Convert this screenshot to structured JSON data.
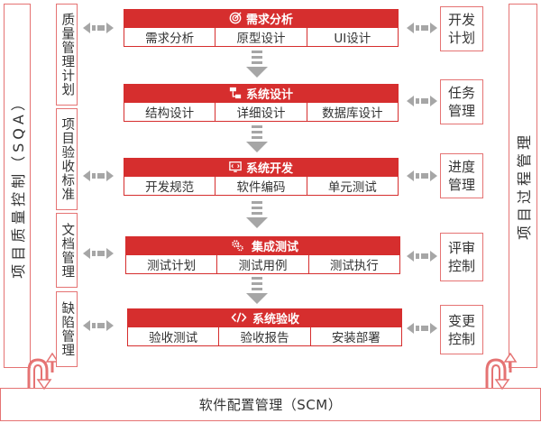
{
  "left_rail": {
    "label": "项目质量控制（SQA）"
  },
  "right_rail": {
    "label": "项目过程管理"
  },
  "scm": {
    "label": "软件配置管理（SCM）"
  },
  "left_boxes": [
    "质量管理计划",
    "项目验收标准",
    "文档管理",
    "缺陷管理"
  ],
  "right_boxes": [
    {
      "line1": "开发",
      "line2": "计划"
    },
    {
      "line1": "任务",
      "line2": "管理"
    },
    {
      "line1": "进度",
      "line2": "管理"
    },
    {
      "line1": "评审",
      "line2": "控制"
    },
    {
      "line1": "变更",
      "line2": "控制"
    }
  ],
  "stages": [
    {
      "title": "需求分析",
      "icon": "target-icon",
      "items": [
        "需求分析",
        "原型设计",
        "UI设计"
      ]
    },
    {
      "title": "系统设计",
      "icon": "hierarchy-icon",
      "items": [
        "结构设计",
        "详细设计",
        "数据库设计"
      ]
    },
    {
      "title": "系统开发",
      "icon": "monitor-code-icon",
      "items": [
        "开发规范",
        "软件编码",
        "单元测试"
      ]
    },
    {
      "title": "集成测试",
      "icon": "gears-icon",
      "items": [
        "测试计划",
        "测试用例",
        "测试执行"
      ]
    },
    {
      "title": "系统验收",
      "icon": "code-brackets-icon",
      "items": [
        "验收测试",
        "验收报告",
        "安装部署"
      ]
    }
  ],
  "colors": {
    "accent": "#d62e2e",
    "border": "#e57373",
    "arrow": "#a6a6a6"
  }
}
